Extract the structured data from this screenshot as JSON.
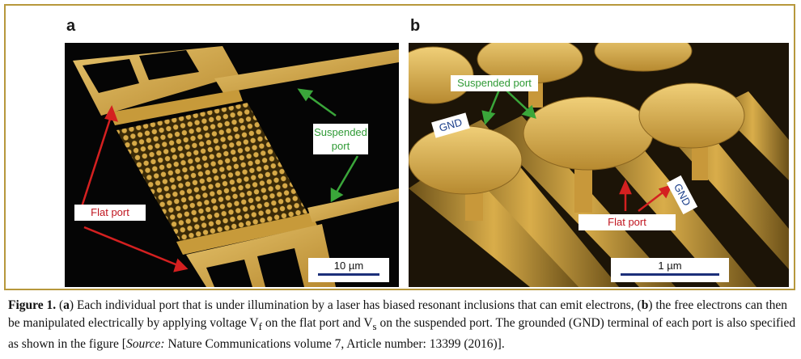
{
  "figure": {
    "panels": [
      {
        "letter": "a",
        "labels": {
          "suspended_port": [
            "Suspended",
            "port"
          ],
          "flat_port": "Flat port"
        },
        "scale_bar": "10 µm"
      },
      {
        "letter": "b",
        "labels": {
          "suspended_port": "Suspended port",
          "gnd_left": "GND",
          "gnd_right": "GND",
          "flat_port": "Flat port"
        },
        "scale_bar": "1 µm"
      }
    ],
    "caption": {
      "figure_label": "Figure 1.",
      "part_open_a": " (",
      "letter_a": "a",
      "part_after_a": ") Each individual port that is under illumination by a laser has biased resonant inclusions that can emit electrons, (",
      "letter_b": "b",
      "part_after_b": ") the free electrons can then be manipulated electrically by applying voltage V",
      "sub_f": "f",
      "part_after_vf": " on the flat port and V",
      "sub_s": "s",
      "part_after_vs": " on the suspended port. The grounded (GND) terminal of each port is also specified as shown in the figure [",
      "source_label": "Source:",
      "source_text": " Nature Communications volume 7, Article number: 13399 (2016)]."
    },
    "colors": {
      "border": "#b7983c",
      "gold": "#d9ad4a",
      "gold_dark": "#9a7424",
      "arrow_red": "#d42020",
      "arrow_green": "#3aa63a",
      "scale_blue": "#1c2f7a"
    }
  }
}
